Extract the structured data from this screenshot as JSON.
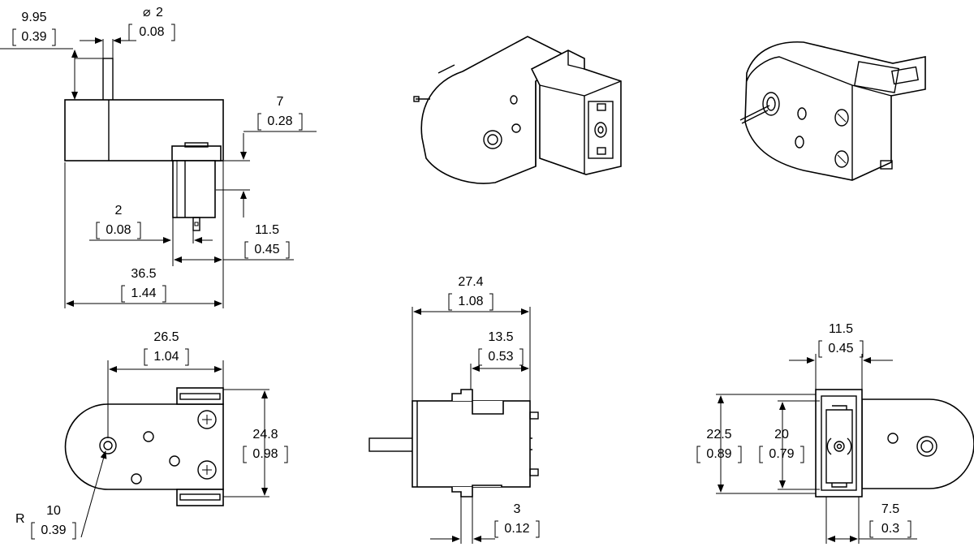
{
  "dimensions": {
    "shaft_offset": {
      "mm": "9.95",
      "in": "0.39"
    },
    "shaft_diameter": {
      "prefix": "⌀",
      "mm": "2",
      "in": "0.08"
    },
    "terminal_height": {
      "mm": "7",
      "in": "0.28"
    },
    "terminal_tab": {
      "mm": "2",
      "in": "0.08"
    },
    "terminal_width_side": {
      "mm": "11.5",
      "in": "0.45"
    },
    "overall_length": {
      "mm": "36.5",
      "in": "1.44"
    },
    "plate_length": {
      "mm": "26.5",
      "in": "1.04"
    },
    "plate_height": {
      "mm": "24.8",
      "in": "0.98"
    },
    "radius": {
      "prefix": "R",
      "mm": "10",
      "in": "0.39"
    },
    "side_depth": {
      "mm": "27.4",
      "in": "1.08"
    },
    "gearbox_depth": {
      "mm": "13.5",
      "in": "0.53"
    },
    "tab_thickness": {
      "mm": "3",
      "in": "0.12"
    },
    "connector_width": {
      "mm": "11.5",
      "in": "0.45"
    },
    "connector_outer": {
      "mm": "22.5",
      "in": "0.89"
    },
    "connector_inner": {
      "mm": "20",
      "in": "0.79"
    },
    "connector_bottom": {
      "mm": "7.5",
      "in": "0.3"
    }
  }
}
